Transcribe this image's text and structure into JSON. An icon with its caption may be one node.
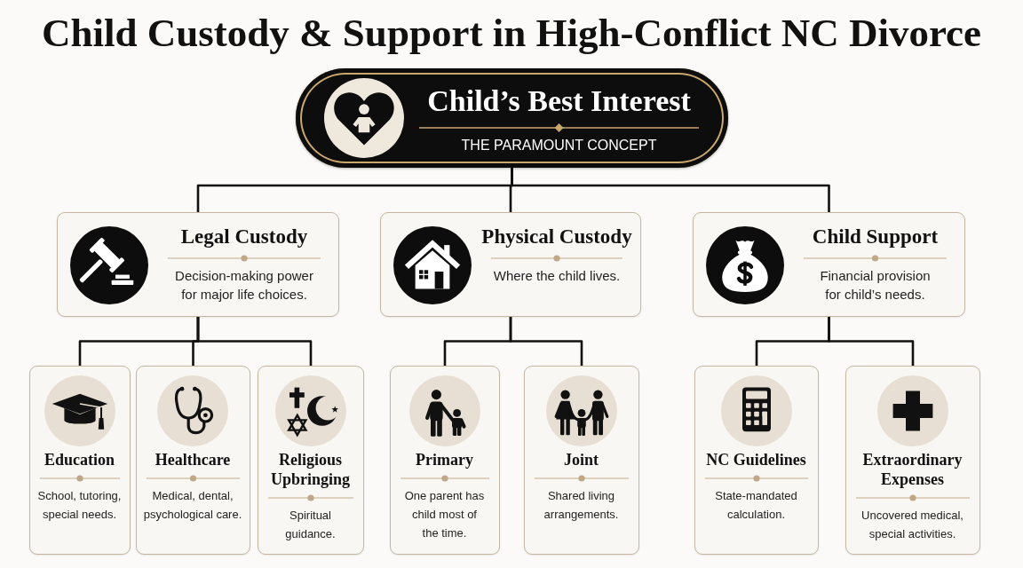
{
  "diagram": {
    "title": "Child Custody & Support in High-Conflict NC Divorce",
    "nodes": [
      {
        "text": [
          "Child’s Best Interest",
          "THE PARAMOUNT CONCEPT"
        ]
      },
      {
        "text": [
          "Legal Custody",
          "Decision-making power for major life choices."
        ]
      },
      {
        "text": [
          "Physical Custody",
          "Where the child lives."
        ]
      },
      {
        "text": [
          "Child Support",
          "Financial provision for child’s needs."
        ]
      },
      {
        "text": [
          "Education",
          "School, tutoring, special needs."
        ]
      },
      {
        "text": [
          "Healthcare",
          "Medical, dental, psychological care."
        ]
      },
      {
        "text": [
          "Religious Upbringing",
          "Spiritual guidance."
        ]
      },
      {
        "text": [
          "Primary",
          "One parent has child most of the time."
        ]
      },
      {
        "text": [
          "Joint",
          "Shared living arrangements."
        ]
      },
      {
        "text": [
          "NC Guidelines",
          "State-mandated calculation."
        ]
      },
      {
        "text": [
          "Extraordinary Expenses",
          "Uncovered medical, special activities."
        ]
      }
    ],
    "edges": [
      {
        "from": 0,
        "to": 1,
        "arrow": "none"
      },
      {
        "from": 0,
        "to": 2,
        "arrow": "none"
      },
      {
        "from": 0,
        "to": 3,
        "arrow": "none"
      },
      {
        "from": 1,
        "to": 4,
        "arrow": "none"
      },
      {
        "from": 1,
        "to": 5,
        "arrow": "none"
      },
      {
        "from": 1,
        "to": 6,
        "arrow": "none"
      },
      {
        "from": 2,
        "to": 7,
        "arrow": "none"
      },
      {
        "from": 2,
        "to": 8,
        "arrow": "none"
      },
      {
        "from": 3,
        "to": 9,
        "arrow": "none"
      },
      {
        "from": 3,
        "to": 10,
        "arrow": "none"
      }
    ]
  }
}
